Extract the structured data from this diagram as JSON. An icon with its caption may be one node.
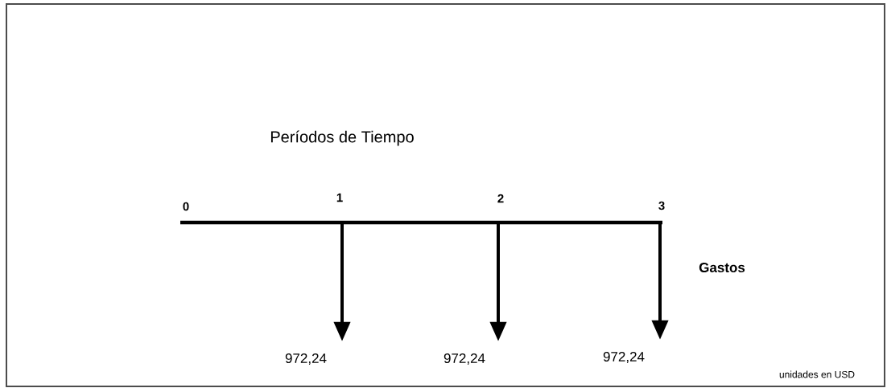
{
  "diagram": {
    "title": "Períodos de Tiempo",
    "nodes": [
      {
        "text": [
          "972,24"
        ]
      },
      {
        "text": [
          "972,24"
        ]
      },
      {
        "text": [
          "972,24"
        ]
      }
    ],
    "edges": [
      {
        "from": null,
        "to": 0,
        "arrow": "to"
      },
      {
        "from": null,
        "to": 1,
        "arrow": "to"
      },
      {
        "from": null,
        "to": 2,
        "arrow": "to"
      }
    ],
    "labels": [
      "0",
      "1",
      "2",
      "3",
      "Gastos",
      "unidades en USD"
    ]
  }
}
